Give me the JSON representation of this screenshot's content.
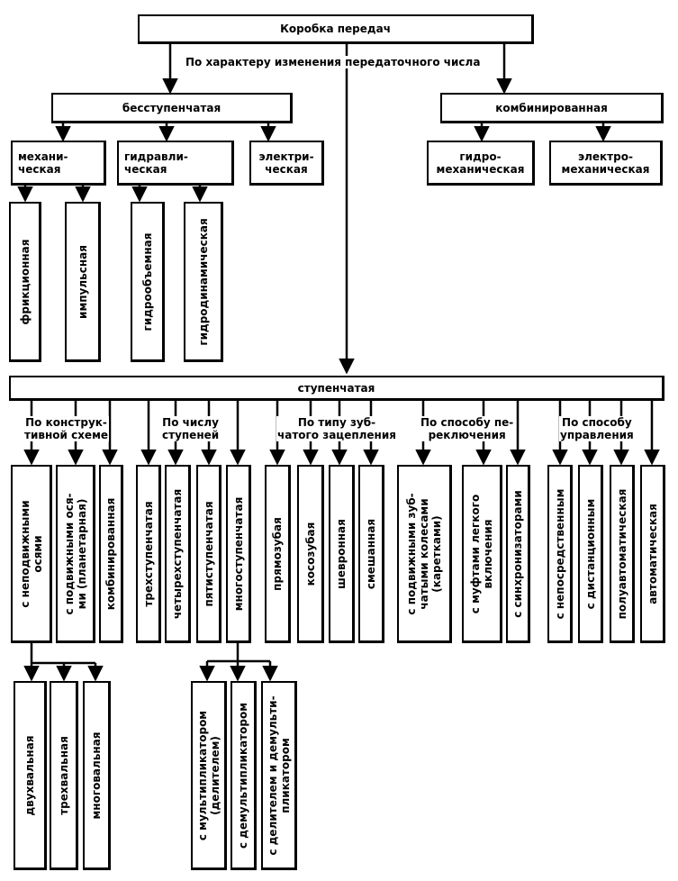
{
  "root": "Коробка передач",
  "labels": {
    "ratio_change": "По характеру изменения передаточного числа",
    "design": "По конструк-\nтивной схеме",
    "steps": "По числу\nступеней",
    "gearing": "По типу зуб-\nчатого зацепления",
    "shifting": "По способу пе-\nреключения",
    "control": "По способу\nуправления"
  },
  "stepless": {
    "label": "бесступенчатая",
    "children": [
      "механи-\nческая",
      "гидравли-\nческая",
      "электри-\nческая"
    ]
  },
  "combined": {
    "label": "комбинированная",
    "children": [
      "гидро-\nмеханическая",
      "электро-\nмеханическая"
    ]
  },
  "mechanical_types": [
    "фрикционная",
    "импульсная"
  ],
  "hydraulic_types": [
    "гидрообъемная",
    "гидродинамическая"
  ],
  "stepped": {
    "label": "ступенчатая",
    "leaves": [
      "с неподвижными\nосями",
      "с подвижными ося-\nми (планетарная)",
      "комбинированная",
      "трехступенчатая",
      "четырехступенчатая",
      "пятиступенчатая",
      "многоступенчатая",
      "прямозубая",
      "косозубая",
      "шевронная",
      "смешанная",
      "с подвижными зуб-\nчатыми колесами\n(каретками)",
      "с муфтами легкого\nвключения",
      "с синхронизаторами",
      "с непосредственным",
      "с дистанционным",
      "полуавтоматическая",
      "автоматическая"
    ]
  },
  "shafts": [
    "двухвальная",
    "трехвальная",
    "многовальная"
  ],
  "multi_step": [
    "с мультипликатором\n(делителем)",
    "с демультипликатором",
    "с делителем и демульти-\nпликатором"
  ]
}
